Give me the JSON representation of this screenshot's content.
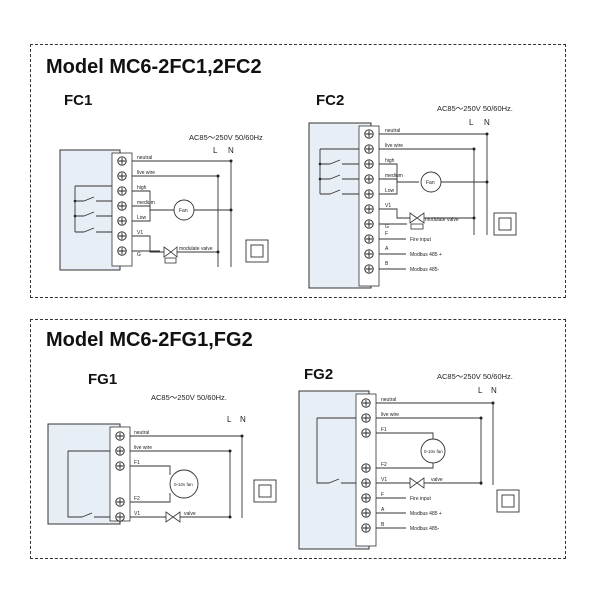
{
  "sections": [
    {
      "title": "Model MC6-2FC1,2FC2",
      "diagrams": [
        {
          "label": "FC1",
          "supply": "AC85～250V  50/60Hz",
          "line": "L",
          "neutral": "N",
          "terminals": [
            "neutral",
            "live wire",
            "high",
            "medium",
            "Low",
            "V1",
            "G"
          ],
          "fan": "Fan",
          "valve": "modulate valve"
        },
        {
          "label": "FC2",
          "supply": "AC85～250V  50/60Hz.",
          "line": "L",
          "neutral": "N",
          "terminals": [
            "neutral",
            "live wire",
            "high",
            "medium",
            "Low",
            "V1",
            "G",
            "F",
            "A",
            "B"
          ],
          "fan": "Fan",
          "valve": "modulate valve",
          "fire_input": "Fire input",
          "modbus_a": "Modbus 485 +",
          "modbus_b": "Modbus 485-"
        }
      ]
    },
    {
      "title": "Model MC6-2FG1,FG2",
      "diagrams": [
        {
          "label": "FG1",
          "supply": "AC85～250V  50/60Hz.",
          "line": "L",
          "neutral": "N",
          "terminals": [
            "neutral",
            "live wire",
            "F1",
            "F2",
            "V1"
          ],
          "fan": "0-10v fan",
          "valve": "valve"
        },
        {
          "label": "FG2",
          "supply": "AC85～250V  50/60Hz.",
          "line": "L",
          "neutral": "N",
          "terminals": [
            "neutral",
            "live wire",
            "F1",
            "F2",
            "V1",
            "F",
            "A",
            "B"
          ],
          "fan": "0-10v fan",
          "valve": "valve",
          "fire_input": "Fire input",
          "modbus_a": "Modbus 485 +",
          "modbus_b": "Modbus 485-"
        }
      ]
    }
  ]
}
